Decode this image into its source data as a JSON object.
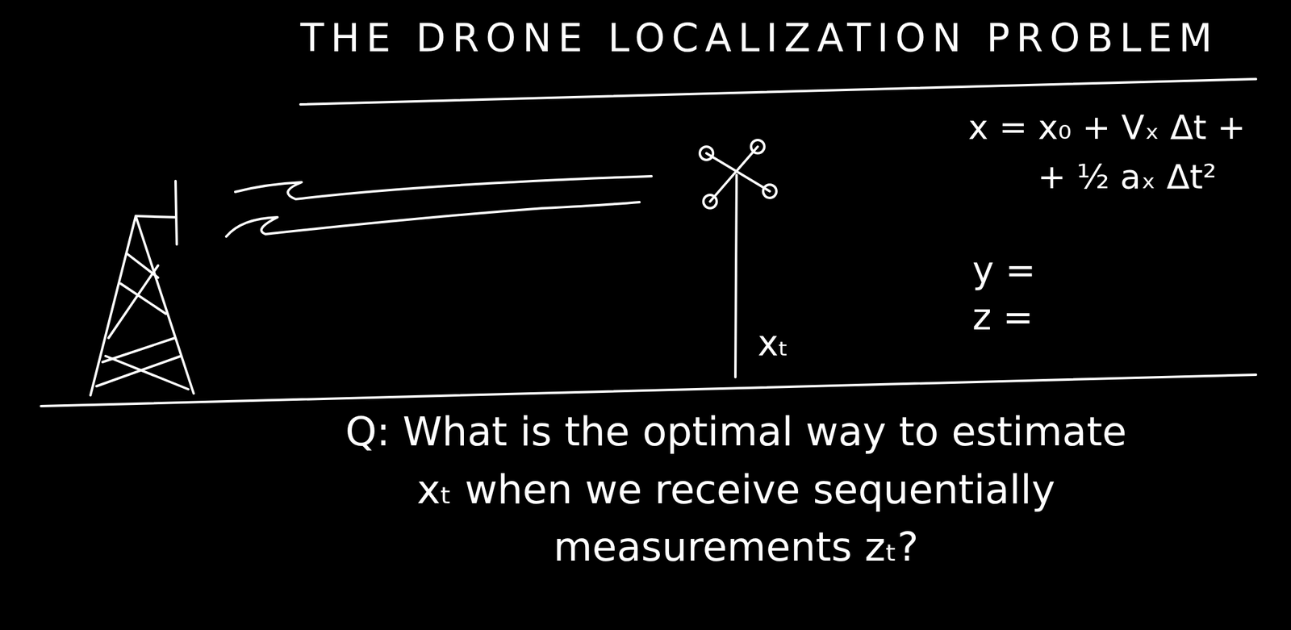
{
  "diagram": {
    "title": "THE DRONE LOCALIZATION PROBLEM",
    "labels": [
      "x = x₀ + Vₓ Δt +",
      "+ ½ aₓ Δt²",
      "y =",
      "z =",
      "xₜ",
      "Q: What is the optimal way to estimate xₜ when we receive sequentially measurements zₜ?"
    ]
  }
}
